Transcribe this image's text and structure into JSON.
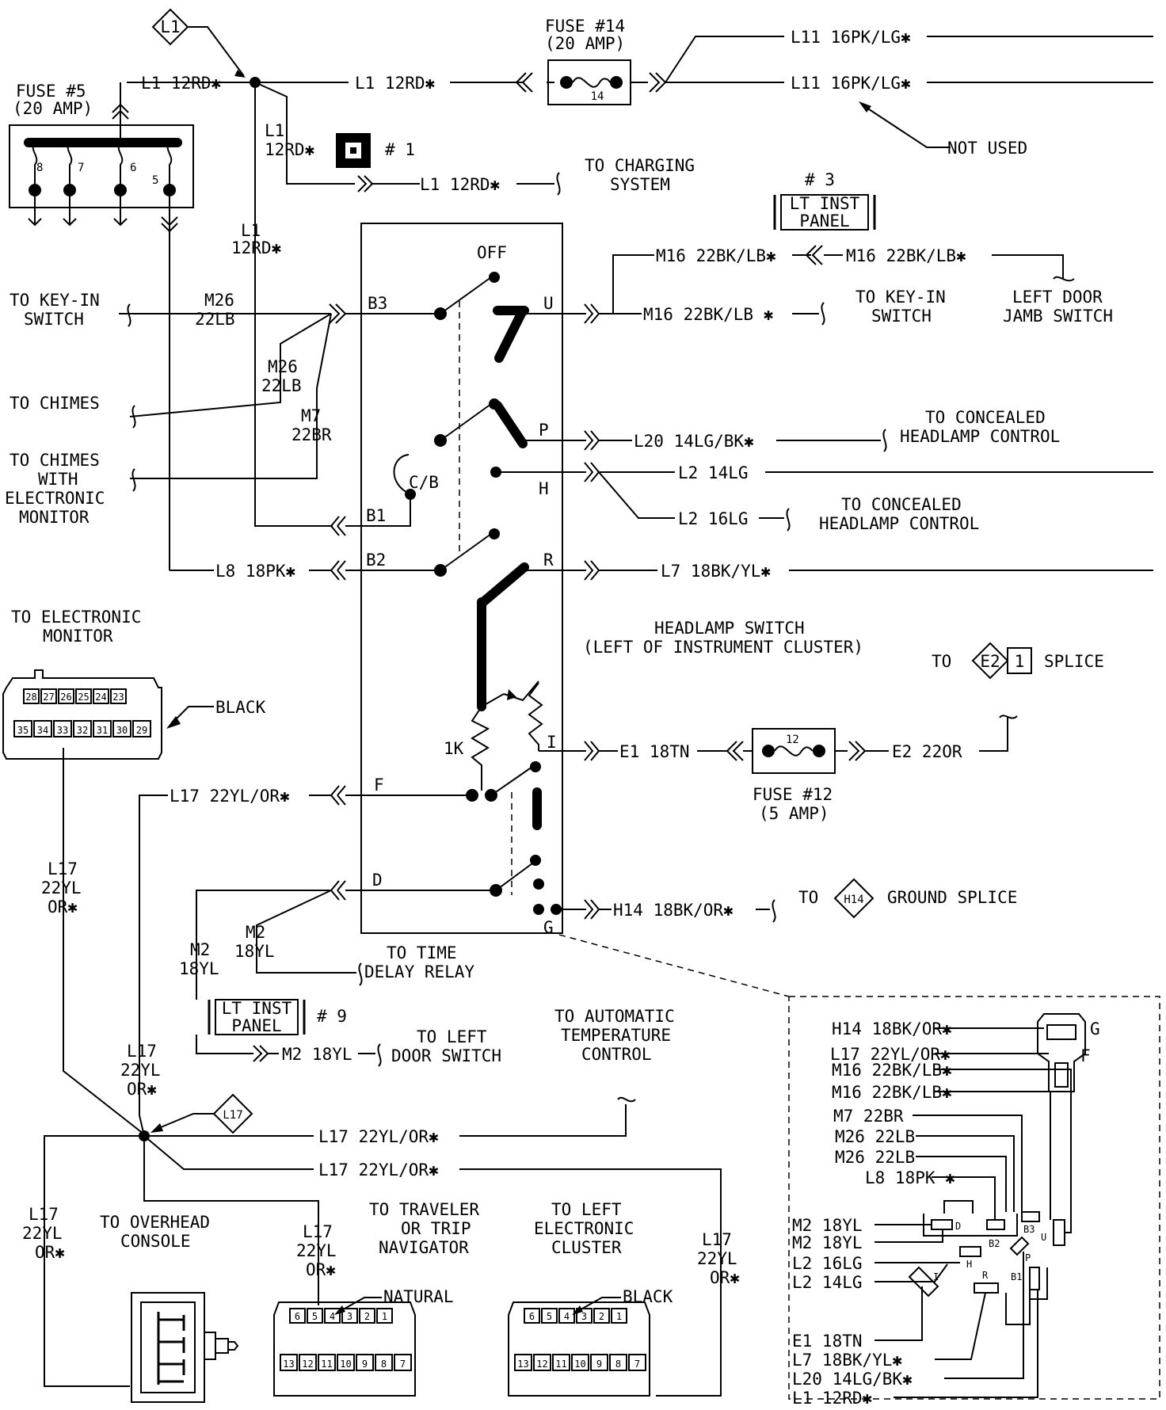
{
  "fuse14": {
    "name": "FUSE #14",
    "rating": "(20 AMP)",
    "num": "14"
  },
  "fuse5": {
    "name": "FUSE #5",
    "rating": "(20 AMP)",
    "pins": [
      "8",
      "7",
      "6",
      "5"
    ]
  },
  "fuse12": {
    "name": "FUSE #12",
    "rating": "(5 AMP)",
    "num": "12"
  },
  "splice_l1": "L1",
  "splice_l17": "L17",
  "wires": {
    "l1_12rd_a": "L1 12RD✱",
    "l1_12rd_b": "L1 12RD✱",
    "l1_12rd_c": "L1 12RD✱",
    "l1_12rd_d_code": "L1",
    "l1_12rd_d_gauge": "12RD✱",
    "l1_12rd_e_code": "L1",
    "l1_12rd_e_gauge": "12RD✱",
    "l11_a": "L11 16PK/LG✱",
    "l11_b": "L11 16PK/LG✱",
    "not_used": "NOT USED",
    "connector_1": "# 1",
    "m16_a": "M16 22BK/LB✱",
    "m16_b": "M16 22BK/LB✱",
    "m16_c": "M16 22BK/LB ✱",
    "m26_a_code": "M26",
    "m26_a_gauge": "22LB",
    "m26_b_code": "M26",
    "m26_b_gauge": "22LB",
    "m7_code": "M7",
    "m7_gauge": "22BR",
    "l20": "L20 14LG/BK✱",
    "l2_14": "L2 14LG",
    "l2_16": "L2 16LG",
    "l8": "L8 18PK✱",
    "l7": "L7 18BK/YL✱",
    "e1": "E1 18TN",
    "e2": "E2 22OR",
    "l17_a": "L17 22YL/OR✱",
    "l17_left_code": "L17",
    "l17_left_gauge": "22YL",
    "l17_left_color": "OR✱",
    "h14": "H14 18BK/OR✱",
    "m2_a_code": "M2",
    "m2_a_gauge": "18YL",
    "m2_b_code": "M2",
    "m2_b_gauge": "18YL",
    "m2_c": "M2 18YL",
    "l17_b_code": "L17",
    "l17_b_gauge": "22YL",
    "l17_b_color": "OR✱",
    "l17_c": "L17 22YL/OR✱",
    "l17_d": "L17 22YL/OR✱",
    "l17_e_code": "L17",
    "l17_e_gauge": "22YL",
    "l17_e_color": "OR✱",
    "l17_f_code": "L17",
    "l17_f_gauge": "22YL",
    "l17_f_color": "OR✱",
    "l17_g_code": "L17",
    "l17_g_gauge": "22YL",
    "l17_g_color": "OR✱"
  },
  "destinations": {
    "charging": [
      "TO CHARGING",
      "SYSTEM"
    ],
    "lt_inst_panel_3": {
      "num": "# 3",
      "lines": [
        "LT INST",
        "PANEL"
      ]
    },
    "key_in_left": [
      "TO KEY-IN",
      "SWITCH"
    ],
    "key_in_right": [
      "TO KEY-IN",
      "SWITCH"
    ],
    "left_door_jamb": [
      "LEFT DOOR",
      "JAMB SWITCH"
    ],
    "chimes": "TO CHIMES",
    "chimes_monitor": [
      "TO CHIMES",
      "WITH",
      "ELECTRONIC",
      "MONITOR"
    ],
    "concealed_1": [
      "TO CONCEALED",
      "HEADLAMP CONTROL"
    ],
    "concealed_2": [
      "TO CONCEALED",
      "HEADLAMP CONTROL"
    ],
    "electronic_monitor": [
      "TO ELECTRONIC",
      "MONITOR"
    ],
    "e2_splice": {
      "pre": "TO",
      "code": "E2",
      "num": "1",
      "post": "SPLICE"
    },
    "h14_splice": {
      "pre": "TO",
      "code": "H14",
      "post": "GROUND SPLICE"
    },
    "time_delay": [
      "TO TIME",
      "DELAY RELAY"
    ],
    "lt_inst_panel_9": {
      "num": "# 9",
      "lines": [
        "LT INST",
        "PANEL"
      ]
    },
    "left_door_switch": [
      "TO LEFT",
      "DOOR SWITCH"
    ],
    "auto_temp": [
      "TO AUTOMATIC",
      "TEMPERATURE",
      "CONTROL"
    ],
    "overhead": [
      "TO OVERHEAD",
      "CONSOLE"
    ],
    "traveler": [
      "TO TRAVELER",
      "OR TRIP",
      "NAVIGATOR"
    ],
    "left_cluster": [
      "TO LEFT",
      "ELECTRONIC",
      "CLUSTER"
    ]
  },
  "headlamp_switch": {
    "title": "HEADLAMP SWITCH",
    "subtitle": "(LEFT OF INSTRUMENT CLUSTER)",
    "off": "OFF",
    "cb": "C/B",
    "resistor": "1K",
    "terminals": {
      "b3": "B3",
      "u": "U",
      "p": "P",
      "h": "H",
      "b1": "B1",
      "b2": "B2",
      "r": "R",
      "i": "I",
      "f": "F",
      "d": "D",
      "g": "G"
    }
  },
  "connectors": {
    "monitor": {
      "color": "BLACK",
      "top": [
        "28",
        "27",
        "26",
        "25",
        "24",
        "23"
      ],
      "bottom": [
        "35",
        "34",
        "33",
        "32",
        "31",
        "30",
        "29"
      ]
    },
    "natural": {
      "color": "NATURAL",
      "top": [
        "6",
        "5",
        "4",
        "3",
        "2",
        "1"
      ],
      "bottom": [
        "13",
        "12",
        "11",
        "10",
        "9",
        "8",
        "7"
      ]
    },
    "cluster": {
      "color": "BLACK",
      "top": [
        "6",
        "5",
        "4",
        "3",
        "2",
        "1"
      ],
      "bottom": [
        "13",
        "12",
        "11",
        "10",
        "9",
        "8",
        "7"
      ]
    }
  },
  "detail": {
    "labels": [
      "H14 18BK/OR✱",
      "L17 22YL/OR✱",
      "M16 22BK/LB✱",
      "M16 22BK/LB✱",
      "M7 22BR",
      "M26 22LB",
      "M26 22LB",
      "L8 18PK ✱",
      "M2 18YL",
      "M2 18YL",
      "L2 16LG",
      "L2 14LG",
      "E1 18TN",
      "L7 18BK/YL✱",
      "L20 14LG/BK✱",
      "L1 12RD✱"
    ],
    "plug_g": "G",
    "plug_f": "F",
    "pins": {
      "d": "D",
      "b2": "B2",
      "b3": "B3",
      "h": "H",
      "i": "I",
      "r": "R",
      "p": "P",
      "b1": "B1",
      "u": "U"
    }
  }
}
